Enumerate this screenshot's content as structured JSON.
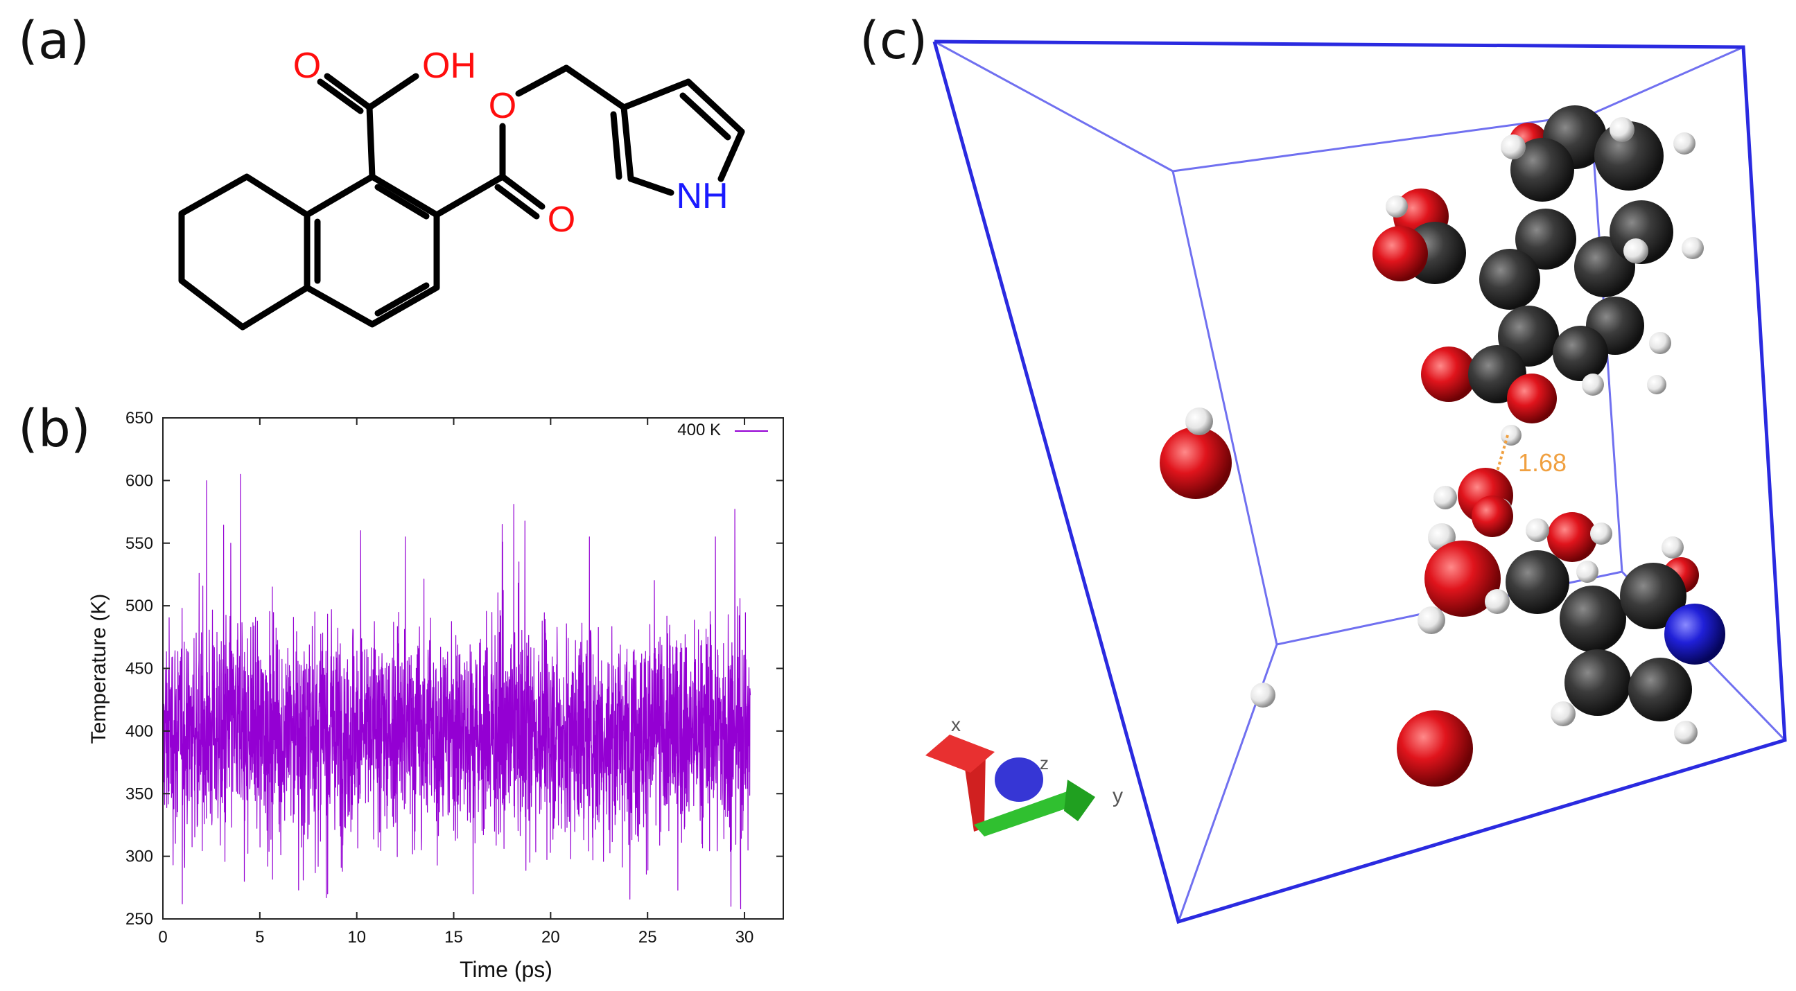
{
  "panels": {
    "a": "(a)",
    "b": "(b)",
    "c": "(c)"
  },
  "molecule": {
    "atom_labels": {
      "carbonyl_O_top": "O",
      "hydroxyl": "OH",
      "ester_O": "O",
      "carbonyl_O_ester": "O",
      "pyrrole_N": "NH"
    },
    "colors": {
      "bond": "#000000",
      "oxygen": "#ff0d0d",
      "nitrogen": "#1a1aff"
    }
  },
  "chart_data": {
    "type": "line",
    "xlabel": "Time (ps)",
    "ylabel": "Temperature (K)",
    "xlim": [
      0,
      32
    ],
    "ylim": [
      250,
      650
    ],
    "xticks": [
      "0",
      "5",
      "10",
      "15",
      "20",
      "25",
      "30"
    ],
    "yticks": [
      "250",
      "300",
      "350",
      "400",
      "450",
      "500",
      "550",
      "600",
      "650"
    ],
    "grid": false,
    "legend_position": "top-right",
    "series": [
      {
        "name": "400 K",
        "color": "#9400d3",
        "mean": 400,
        "x_start": 0,
        "x_end": 30.3,
        "peaks": [
          {
            "x": 3.5,
            "y": 550
          },
          {
            "x": 4.0,
            "y": 605
          },
          {
            "x": 4.2,
            "y": 280
          },
          {
            "x": 8.5,
            "y": 270
          },
          {
            "x": 10.2,
            "y": 560
          },
          {
            "x": 12.5,
            "y": 555
          },
          {
            "x": 16.0,
            "y": 270
          },
          {
            "x": 17.5,
            "y": 565
          },
          {
            "x": 18.1,
            "y": 581
          },
          {
            "x": 22.0,
            "y": 555
          },
          {
            "x": 28.5,
            "y": 555
          },
          {
            "x": 29.5,
            "y": 577
          },
          {
            "x": 29.3,
            "y": 260
          },
          {
            "x": 29.8,
            "y": 258
          }
        ]
      }
    ]
  },
  "structure": {
    "distance_label": "1.68",
    "axis_labels": {
      "x": "x",
      "y": "y",
      "z": "z"
    },
    "colors": {
      "box": "#2f2fe0",
      "box_inner": "#6a6af0",
      "oxygen": "#d0121b",
      "carbon": "#3a3a3a",
      "hydrogen": "#f2f2f2",
      "nitrogen": "#1c1cd0",
      "hbond": "#f0a040",
      "axis_x": "#e02020",
      "axis_y": "#20d020",
      "axis_z": "#2020e0"
    }
  }
}
